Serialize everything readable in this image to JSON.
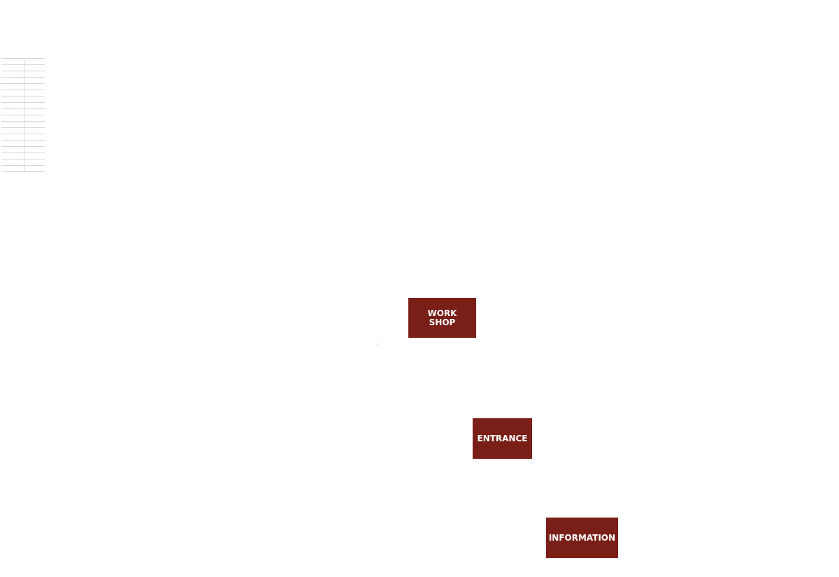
{
  "map": {
    "markers": [
      {
        "id": "workshop",
        "label": "WORK\nSHOP"
      },
      {
        "id": "entrance",
        "label": "ENTRANCE"
      },
      {
        "id": "information",
        "label": "INFORMATION"
      }
    ],
    "marker_color": "#7a1f17",
    "grid_rows": 18
  }
}
